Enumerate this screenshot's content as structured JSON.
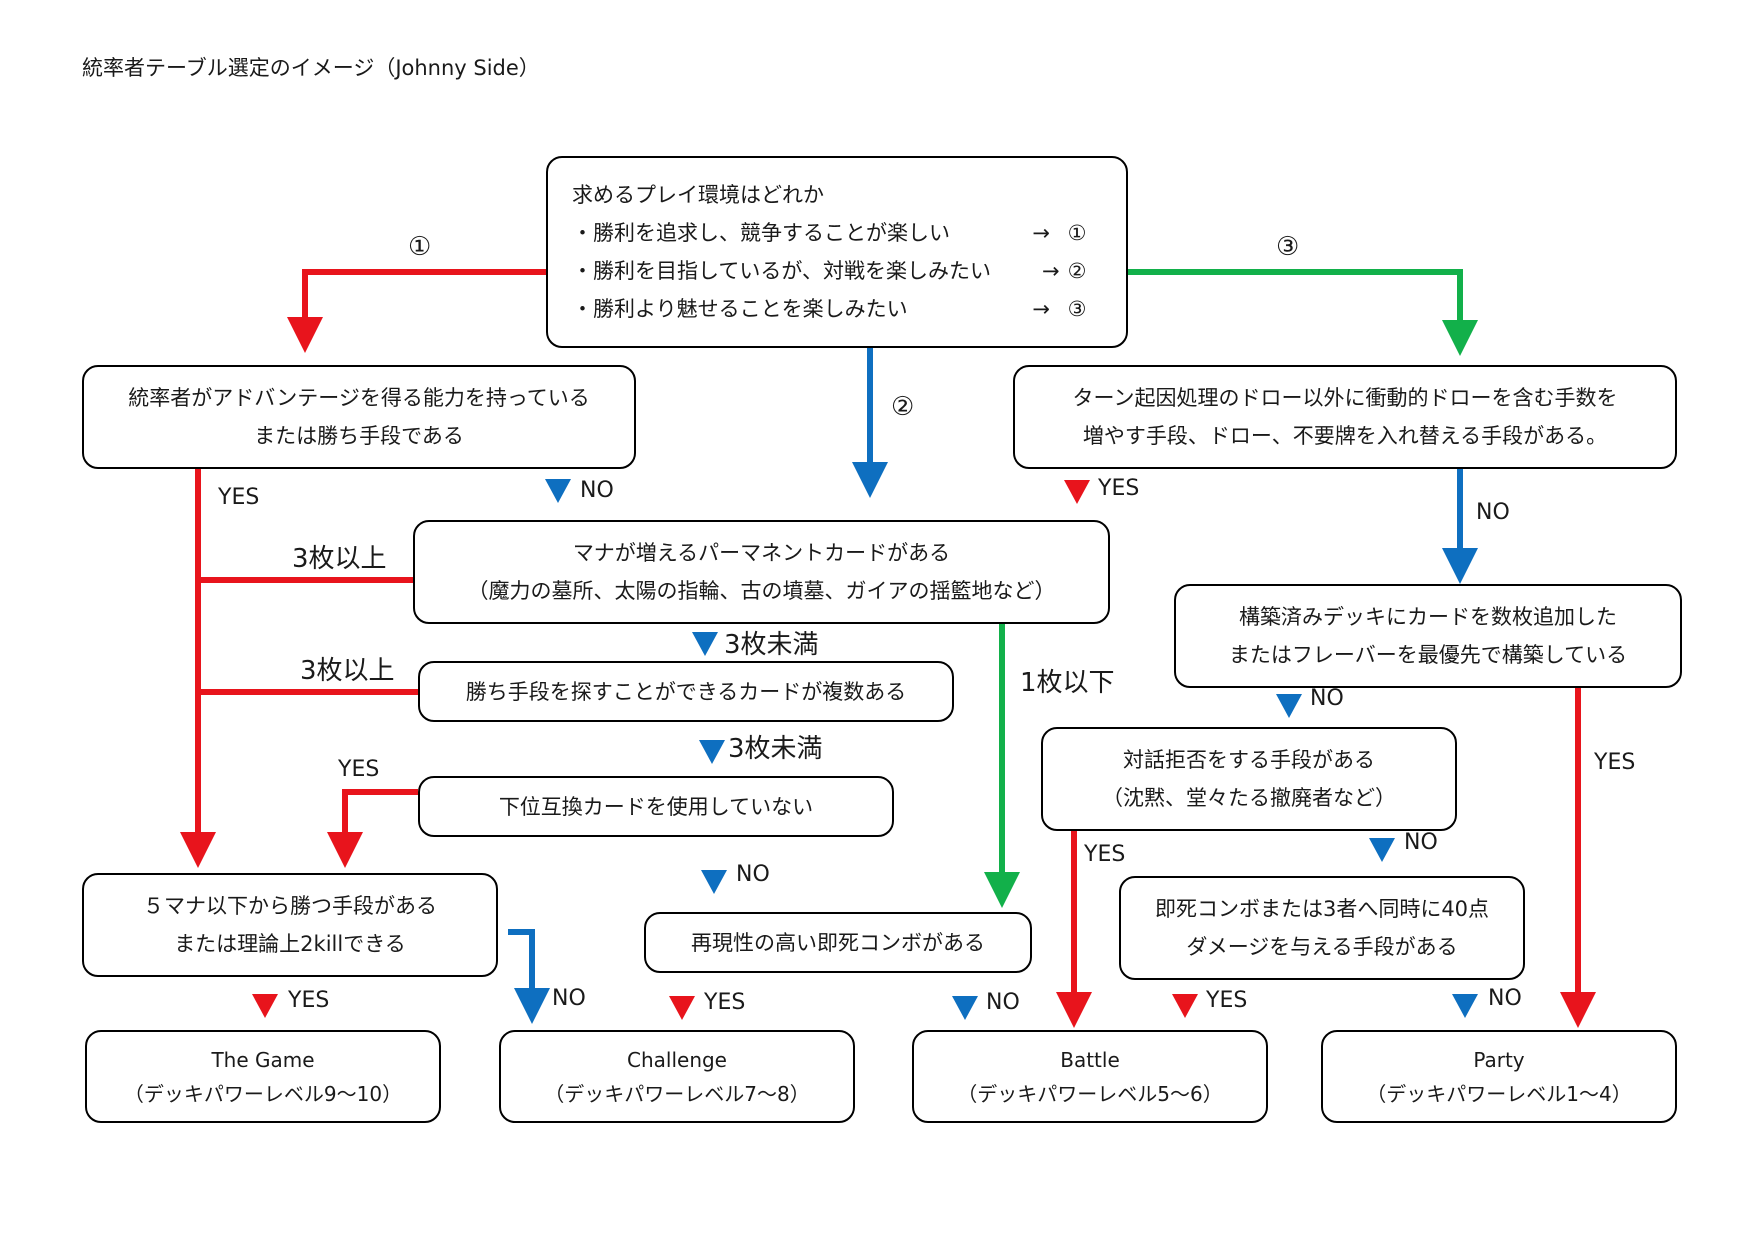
{
  "title": "統率者テーブル選定のイメージ（Johnny Side）",
  "colors": {
    "red": "#e8141c",
    "blue": "#0e6fc0",
    "green": "#12b04a",
    "black": "#000000"
  },
  "start": {
    "heading": "求めるプレイ環境はどれか",
    "options": [
      {
        "text": "・勝利を追求し、競争することが楽しい",
        "arrow": "→",
        "num": "①"
      },
      {
        "text": "・勝利を目指しているが、対戦を楽しみたい",
        "arrow": "→",
        "num": "②"
      },
      {
        "text": "・勝利より魅せることを楽しみたい",
        "arrow": "→",
        "num": "③"
      }
    ]
  },
  "boxes": {
    "advantage": [
      "統率者がアドバンテージを得る能力を持っている",
      "または勝ち手段である"
    ],
    "draw": [
      "ターン起因処理のドロー以外に衝動的ドローを含む手数を",
      "増やす手段、ドロー、不要牌を入れ替える手段がある。"
    ],
    "mana": [
      "マナが増えるパーマネントカードがある",
      "（魔力の墓所、太陽の指輪、古の墳墓、ガイアの揺籃地など）"
    ],
    "built": [
      "構築済みデッキにカードを数枚追加した",
      "またはフレーバーを最優先で構築している"
    ],
    "tutor": [
      "勝ち手段を探すことができるカードが複数ある"
    ],
    "interaction": [
      "対話拒否をする手段がある",
      "（沈黙、堂々たる撤廃者など）"
    ],
    "lower": [
      "下位互換カードを使用していない"
    ],
    "fivemana": [
      "５マナ以下から勝つ手段がある",
      "または理論上2killできる"
    ],
    "combo": [
      "再現性の高い即死コンボがある"
    ],
    "instakill": [
      "即死コンボまたは3者へ同時に40点",
      "ダメージを与える手段がある"
    ]
  },
  "results": [
    {
      "name": "The Game",
      "sub": "（デッキパワーレベル9〜10）"
    },
    {
      "name": "Challenge",
      "sub": "（デッキパワーレベル7〜8）"
    },
    {
      "name": "Battle",
      "sub": "（デッキパワーレベル5〜6）"
    },
    {
      "name": "Party",
      "sub": "（デッキパワーレベル1〜4）"
    }
  ],
  "labels": {
    "c1": "①",
    "c2": "②",
    "c3": "③",
    "yes": "YES",
    "no": "NO",
    "three_or_more": "3枚以上",
    "less_than_three": "3枚未満",
    "one_or_less": "1枚以下"
  }
}
